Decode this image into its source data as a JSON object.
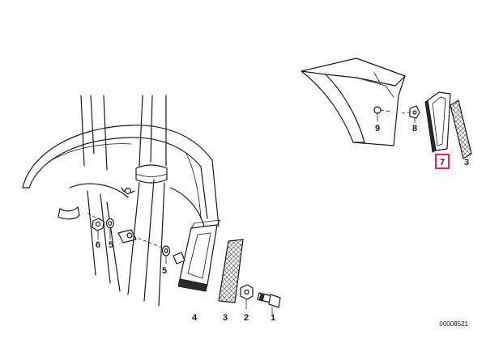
{
  "callouts": {
    "c1": "1",
    "c2": "2",
    "c3_front": "3",
    "c4": "4",
    "c5_front": "5",
    "c5_mid": "5",
    "c6": "6",
    "c7": "7",
    "c8": "8",
    "c9": "9",
    "c3_side": "3"
  },
  "part_number": "00008521",
  "highlight_color": "#e0207a"
}
